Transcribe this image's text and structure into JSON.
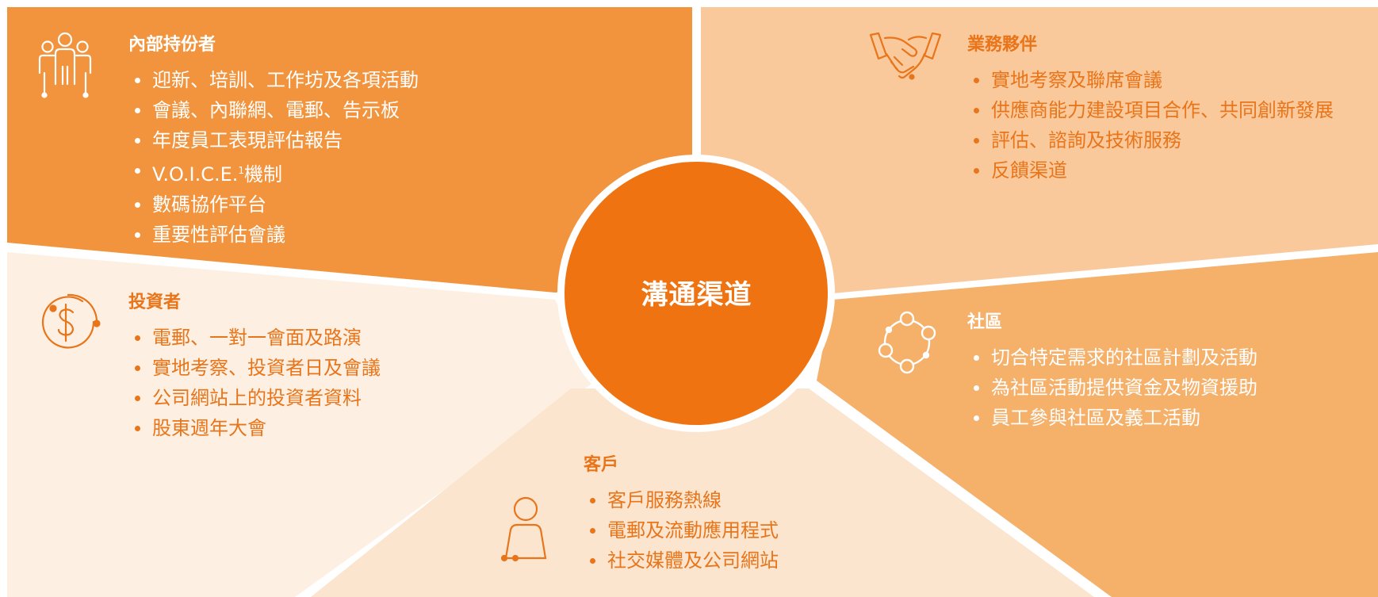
{
  "center": {
    "title": "溝通渠道"
  },
  "colors": {
    "internal": "#f2943d",
    "business": "#fac99b",
    "investors": "#fdf0e3",
    "customers": "#fce5cf",
    "community": "#f5b06a",
    "circle": "#ef7311",
    "accent": "#e8751a"
  },
  "sections": {
    "internal": {
      "title": "內部持份者",
      "icon": "people-group-icon",
      "items": [
        "迎新、培訓、工作坊及各項活動",
        "會議、內聯網、電郵、告示板",
        "年度員工表現評估報告",
        "V.O.I.C.E.",
        "數碼協作平台",
        "重要性評估會議"
      ],
      "voice_suffix": "機制",
      "voice_sup": "1"
    },
    "business": {
      "title": "業務夥伴",
      "icon": "handshake-icon",
      "items": [
        "實地考察及聯席會議",
        "供應商能力建設項目合作、共同創新發展",
        "評估、諮詢及技術服務",
        "反饋渠道"
      ]
    },
    "investors": {
      "title": "投資者",
      "icon": "dollar-coin-icon",
      "items": [
        "電郵、一對一會面及路演",
        "實地考察、投資者日及會議",
        "公司網站上的投資者資料",
        "股東週年大會"
      ]
    },
    "customers": {
      "title": "客戶",
      "icon": "person-icon",
      "items": [
        "客戶服務熱線",
        "電郵及流動應用程式",
        "社交媒體及公司網站"
      ]
    },
    "community": {
      "title": "社區",
      "icon": "community-circle-icon",
      "items": [
        "切合特定需求的社區計劃及活動",
        "為社區活動提供資金及物資援助",
        "員工參與社區及義工活動"
      ]
    }
  }
}
